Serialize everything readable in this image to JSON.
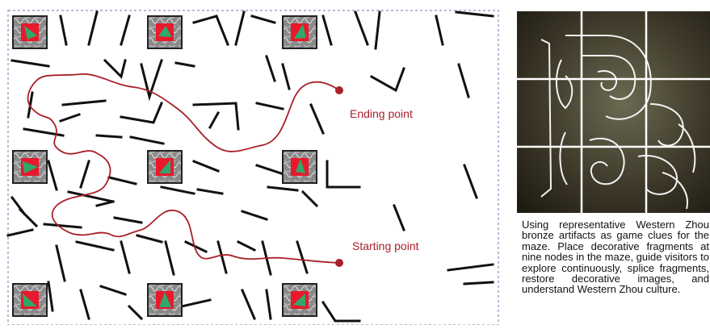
{
  "maze": {
    "end_label": "Ending point",
    "start_label": "Starting point",
    "path_color": "#a8202a",
    "wall_color": "#111111",
    "node_count": 9,
    "node_fill": "#e8192c",
    "node_marker": "#2fa86b"
  },
  "artifact": {
    "description_icon": "bronze-vessel-photo",
    "grid_rows": 3,
    "grid_cols": 3
  },
  "caption": {
    "text": "Using representative Western Zhou bronze artifacts as game clues for the maze. Place decorative fragments at nine nodes in the maze, guide visitors to explore continuously, splice fragments, restore decorative images, and understand Western Zhou culture."
  }
}
